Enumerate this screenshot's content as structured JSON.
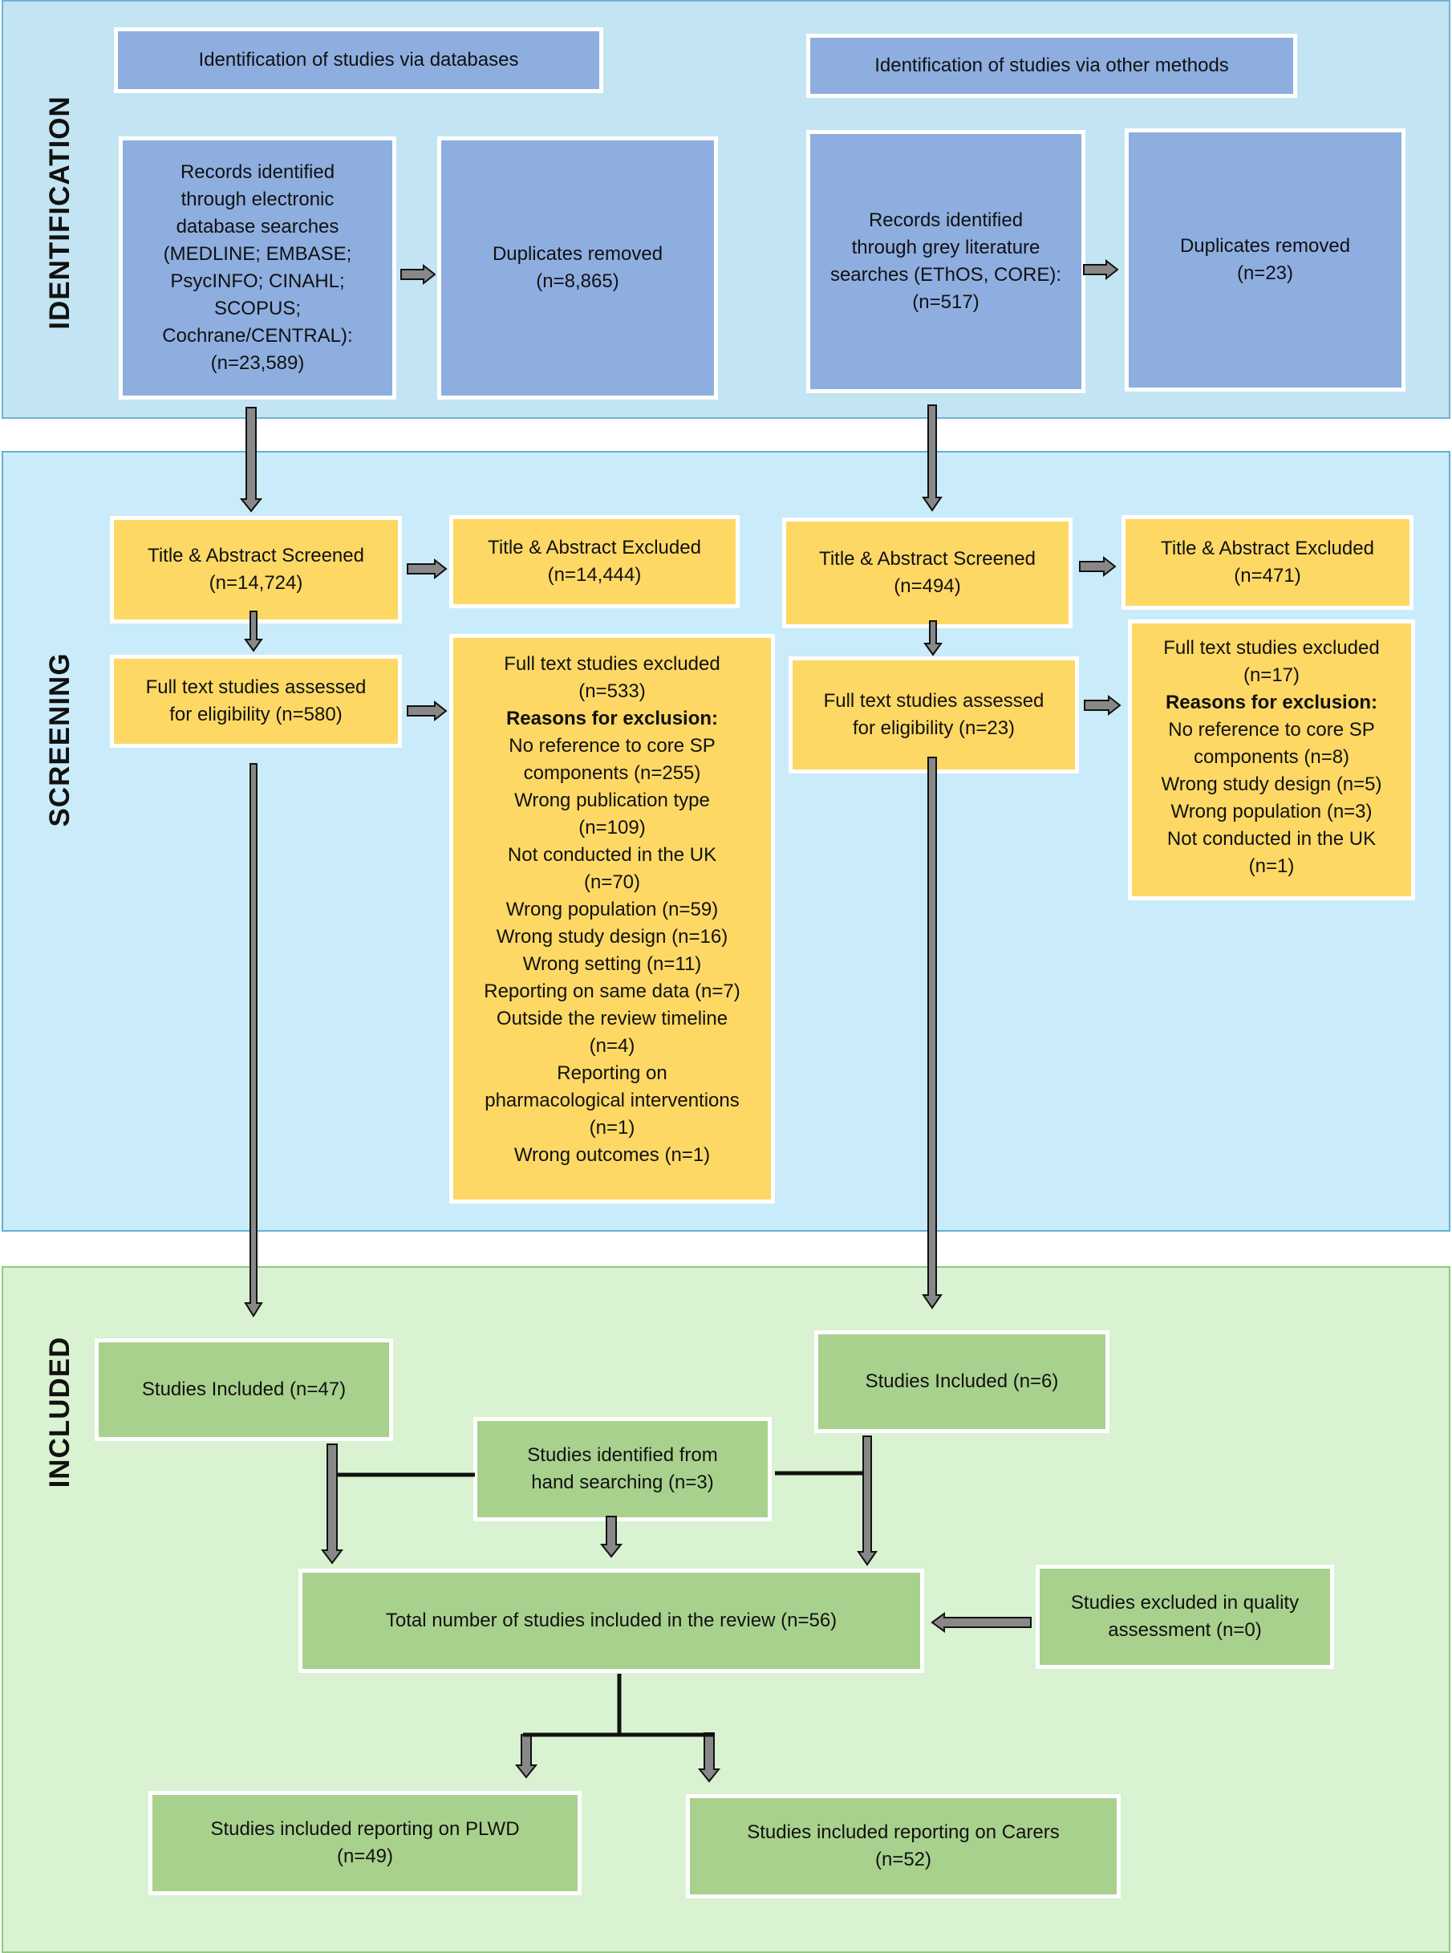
{
  "sections": {
    "identification": "IDENTIFICATION",
    "screening": "SCREENING",
    "included": "INCLUDED"
  },
  "identification": {
    "databases_header": "Identification of studies via databases",
    "other_header": "Identification of studies via other methods",
    "db_records": "Records identified\nthrough electronic\ndatabase searches\n(MEDLINE; EMBASE;\nPsycINFO; CINAHL;\nSCOPUS;\nCochrane/CENTRAL):\n(n=23,589)",
    "db_duplicates": "Duplicates removed\n(n=8,865)",
    "grey_records": "Records identified\nthrough grey literature\nsearches (EThOS, CORE):\n(n=517)",
    "grey_duplicates": "Duplicates removed\n(n=23)"
  },
  "screening": {
    "db_ta_screened": "Title & Abstract Screened\n(n=14,724)",
    "db_ta_excluded": "Title & Abstract Excluded\n(n=14,444)",
    "db_fulltext_assessed": "Full text studies assessed\nfor eligibility (n=580)",
    "db_fulltext_excluded": {
      "heading": "Full text studies excluded",
      "count": "(n=533)",
      "reasons_label": "Reasons for exclusion:",
      "reasons": [
        "No reference to core SP",
        "components (n=255)",
        "Wrong publication type",
        "(n=109)",
        "Not conducted in the UK",
        "(n=70)",
        "Wrong population (n=59)",
        "Wrong study design (n=16)",
        "Wrong setting (n=11)",
        "Reporting on same data (n=7)",
        "Outside the review timeline",
        "(n=4)",
        "Reporting on",
        "pharmacological interventions",
        "(n=1)",
        "Wrong outcomes (n=1)"
      ]
    },
    "grey_ta_screened": "Title & Abstract Screened\n(n=494)",
    "grey_ta_excluded": "Title & Abstract Excluded\n(n=471)",
    "grey_fulltext_assessed": "Full text studies assessed\nfor eligibility (n=23)",
    "grey_fulltext_excluded": {
      "heading": "Full text studies excluded",
      "count": "(n=17)",
      "reasons_label": "Reasons for exclusion:",
      "reasons": [
        "No reference to core SP",
        "components (n=8)",
        "Wrong study design (n=5)",
        "Wrong population (n=3)",
        "Not conducted in the UK",
        "(n=1)"
      ]
    }
  },
  "included": {
    "db_included": "Studies Included (n=47)",
    "grey_included": "Studies Included (n=6)",
    "hand_search": "Studies identified from\nhand searching (n=3)",
    "total": "Total number of studies included in the review (n=56)",
    "quality_excluded": "Studies excluded in quality\nassessment (n=0)",
    "plwd": "Studies included reporting on PLWD\n(n=49)",
    "carers": "Studies included reporting on Carers\n(n=52)"
  }
}
